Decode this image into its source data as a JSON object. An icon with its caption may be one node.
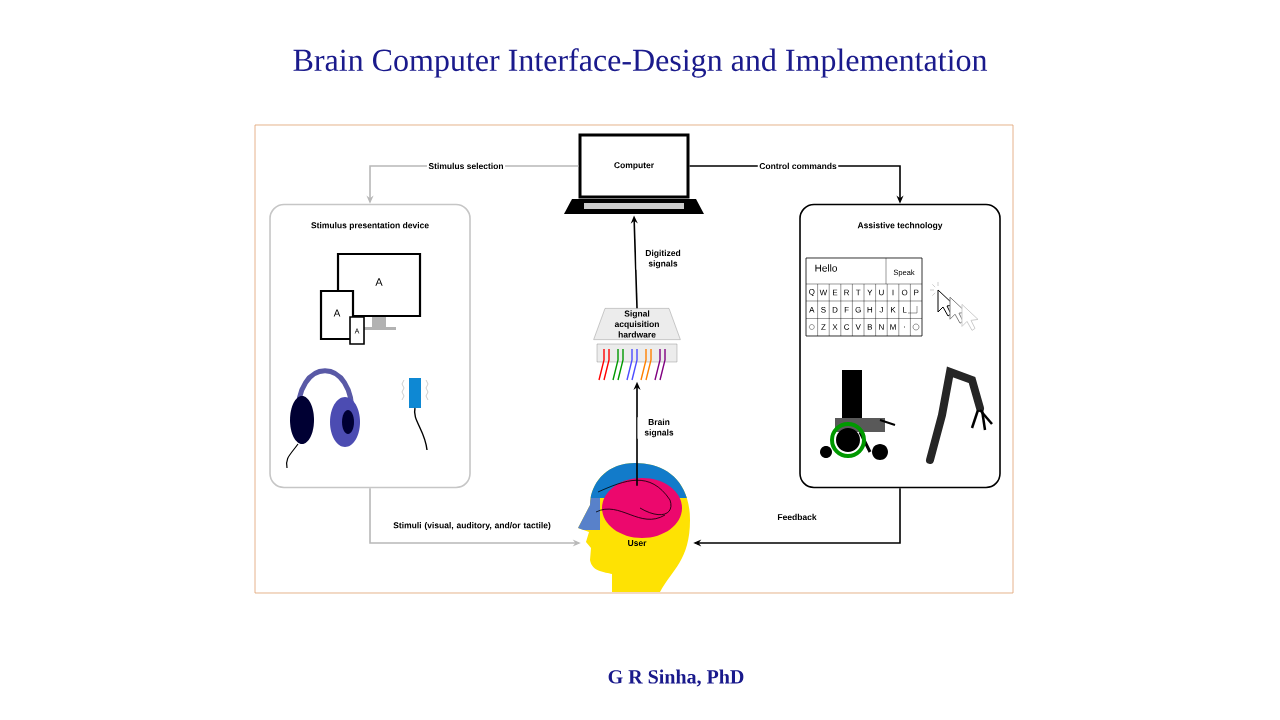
{
  "diagram": {
    "title": "Brain Computer Interface-Design and Implementation",
    "nodes": [
      {
        "text": [
          "Computer"
        ]
      },
      {
        "text": [
          "Stimulus presentation device"
        ]
      },
      {
        "text": [
          "Assistive technology"
        ]
      },
      {
        "text": [
          "Signal acquisition hardware"
        ]
      },
      {
        "text": [
          "User"
        ]
      }
    ],
    "edges": [
      {
        "from": 0,
        "to": 1,
        "arrow": "to",
        "label": "Stimulus selection",
        "color": "#b8b8b8"
      },
      {
        "from": 0,
        "to": 2,
        "arrow": "to",
        "label": "Control commands"
      },
      {
        "from": 3,
        "to": 0,
        "arrow": "to",
        "label": "Digitized signals"
      },
      {
        "from": 4,
        "to": 3,
        "arrow": "to",
        "label": "Brain signals"
      },
      {
        "from": 1,
        "to": 4,
        "arrow": "to",
        "label": "Stimuli (visual, auditory, and/or tactile)",
        "color": "#b8b8b8"
      },
      {
        "from": 2,
        "to": 4,
        "arrow": "to",
        "label": "Feedback"
      }
    ],
    "labels": [
      "A",
      "A",
      "A",
      "Hello",
      "Speak",
      "Q",
      "W",
      "E",
      "R",
      "T",
      "Y",
      "U",
      "I",
      "O",
      "P",
      "A",
      "S",
      "D",
      "F",
      "G",
      "H",
      "J",
      "K",
      "L",
      "Z",
      "X",
      "C",
      "V",
      "B",
      "N",
      "M",
      ".",
      "G R Sinha, PhD"
    ]
  }
}
